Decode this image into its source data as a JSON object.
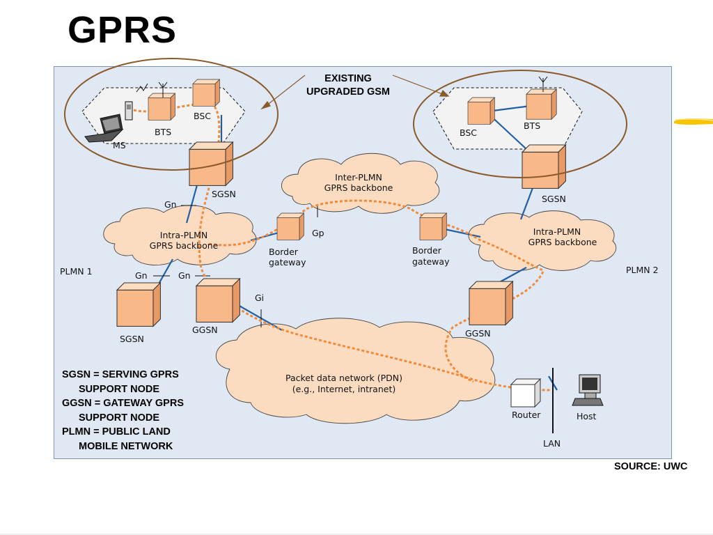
{
  "slide": {
    "title": "GPRS",
    "source": "SOURCE: UWC"
  },
  "callout": {
    "line1": "EXISTING",
    "line2": "UPGRADED GSM"
  },
  "labels": {
    "bts_left": "BTS",
    "bsc_left": "BSC",
    "ms": "MS",
    "sgsn_top_left": "SGSN",
    "gn_1": "Gn",
    "intra_left_1": "Intra-PLMN",
    "intra_left_2": "GPRS backbone",
    "inter_1": "Inter-PLMN",
    "inter_2": "GPRS backbone",
    "gp": "Gp",
    "border_left_1": "Border",
    "border_left_2": "gateway",
    "border_right_1": "Border",
    "border_right_2": "gateway",
    "plmn1": "PLMN 1",
    "gn_2": "Gn",
    "gn_3": "Gn",
    "gi": "Gi",
    "sgsn_bottom_left": "SGSN",
    "ggsn_left": "GGSN",
    "pdn_1": "Packet data network (PDN)",
    "pdn_2": "(e.g., Internet, intranet)",
    "bsc_right": "BSC",
    "bts_right": "BTS",
    "sgsn_right": "SGSN",
    "intra_right_1": "Intra-PLMN",
    "intra_right_2": "GPRS backbone",
    "plmn2": "PLMN 2",
    "ggsn_right": "GGSN",
    "router": "Router",
    "host": "Host",
    "lan": "LAN"
  },
  "legend": [
    {
      "term": "SGSN = SERVING GPRS",
      "cont": "SUPPORT NODE"
    },
    {
      "term": "GGSN = GATEWAY GPRS",
      "cont": "SUPPORT NODE"
    },
    {
      "term": "PLMN = PUBLIC LAND",
      "cont": "MOBILE NETWORK"
    }
  ],
  "colors": {
    "panel": "#dfe8f3",
    "cloud": "#fcdcc0",
    "node_front": "#f8b888",
    "node_top": "#fddcc0",
    "node_side": "#e89a66",
    "link_blue": "#1f5fa8",
    "path_orange": "#f08a3a",
    "ellipse": "#8b5a2b"
  }
}
